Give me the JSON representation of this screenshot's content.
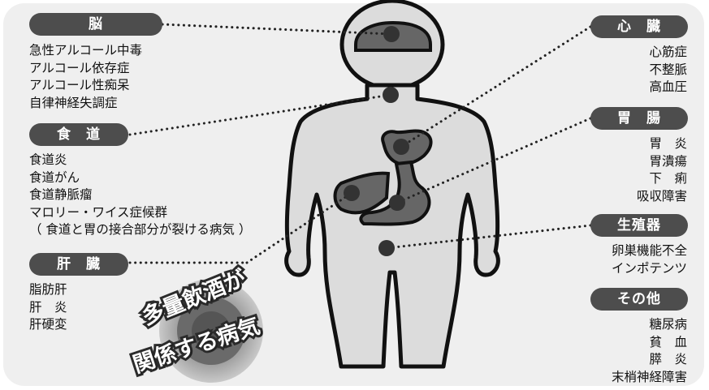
{
  "sections": {
    "brain": {
      "label": "脳",
      "items": [
        "急性アルコール中毒",
        "アルコール依存症",
        "アルコール性痴呆",
        "自律神経失調症"
      ]
    },
    "esophagus": {
      "label": "食　道",
      "items": [
        "食道炎",
        "食道がん",
        "食道静脈瘤",
        "マロリー・ワイス症候群",
        "（ 食道と胃の接合部分が裂ける病気 ）"
      ]
    },
    "liver": {
      "label": "肝　臓",
      "items": [
        "脂肪肝",
        "肝　炎",
        "肝硬変"
      ]
    },
    "heart": {
      "label": "心　臓",
      "items": [
        "心筋症",
        "不整脈",
        "高血圧"
      ]
    },
    "stomach": {
      "label": "胃　腸",
      "items": [
        "胃　炎",
        "胃潰瘍",
        "下　痢",
        "吸収障害"
      ]
    },
    "reproductive": {
      "label": "生殖器",
      "items": [
        "卵巣機能不全",
        "インポテンツ"
      ]
    },
    "other": {
      "label": "その他",
      "items": [
        "糖尿病",
        "貧　血",
        "膵　炎",
        "末梢神経障害"
      ]
    }
  },
  "slogan": {
    "line1": "多量飲酒が",
    "line2": "関係する病気"
  },
  "colors": {
    "panel": "#efefef",
    "label_bg": "#4d4d4d",
    "label_text": "#ffffff",
    "body_fill": "#dcdcdc",
    "organ_fill": "#666666",
    "dot": "#333333"
  }
}
